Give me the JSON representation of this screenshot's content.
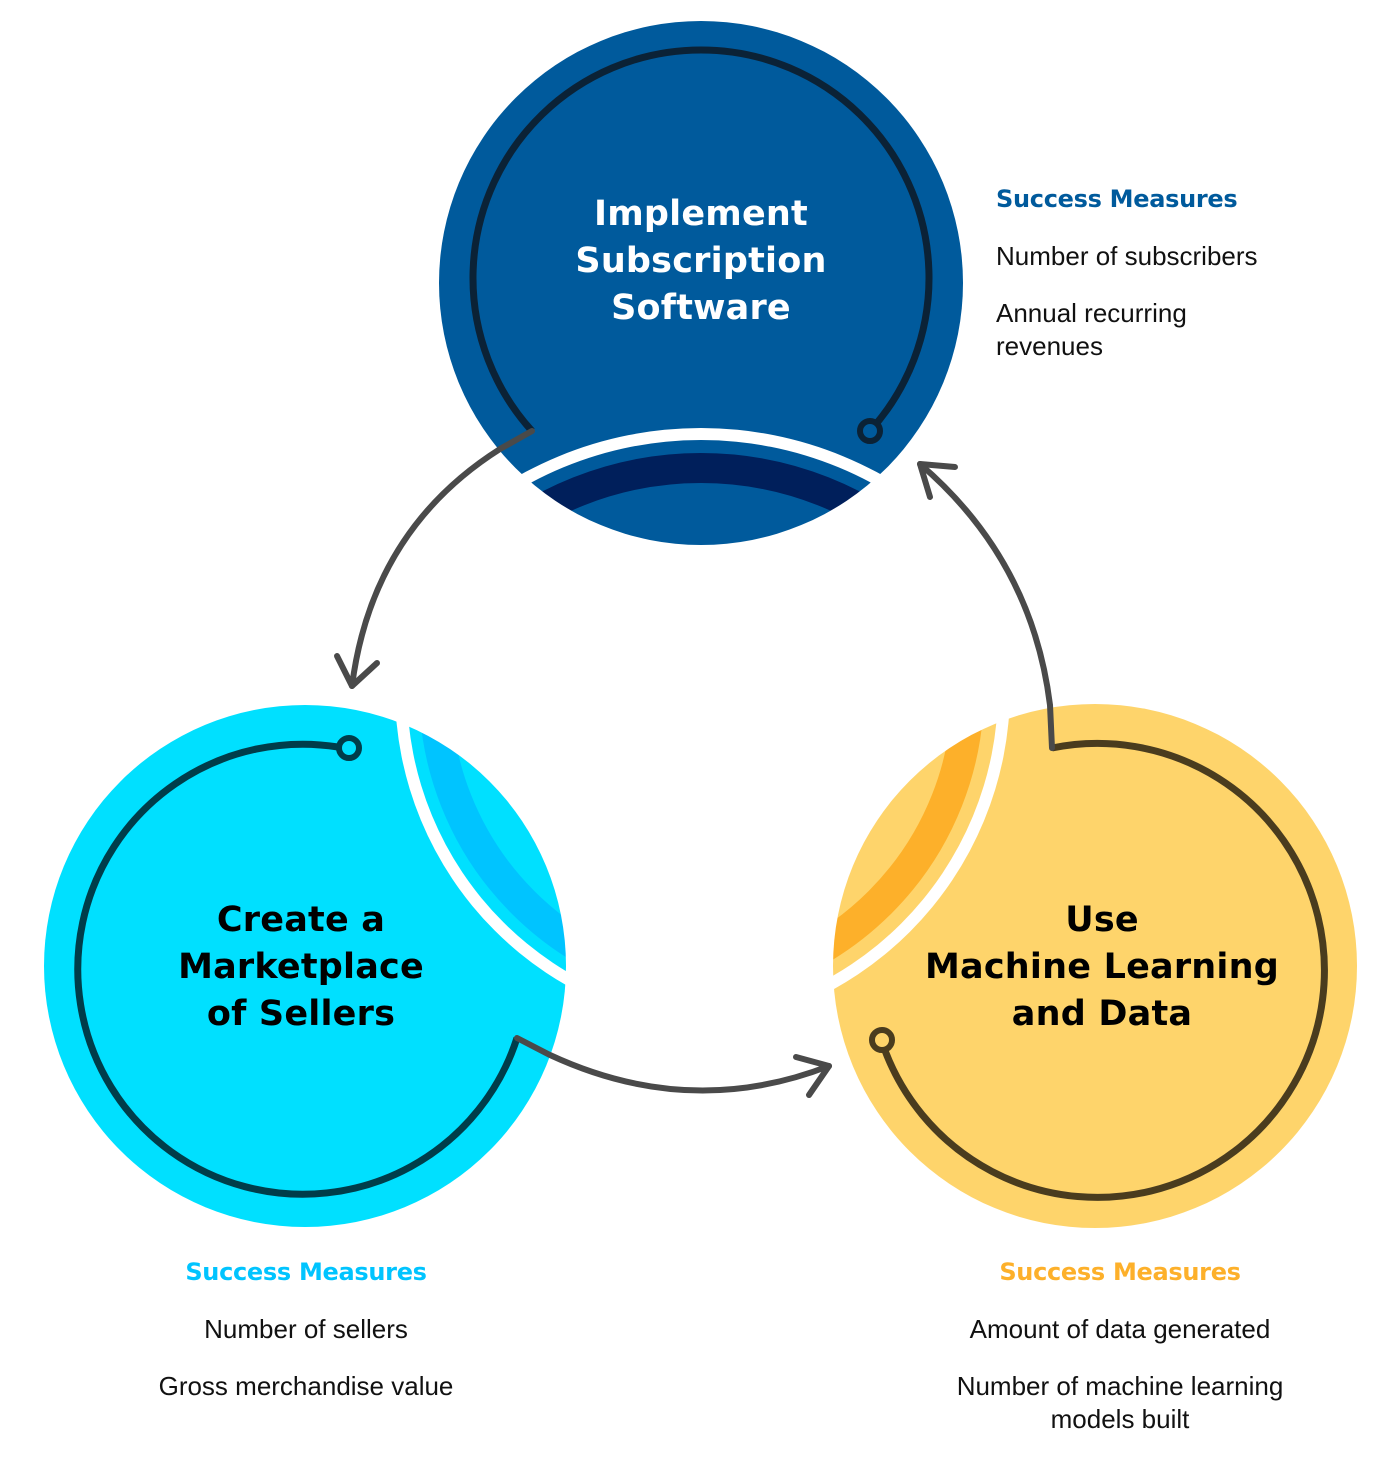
{
  "colors": {
    "blue": "#005A9C",
    "blue_band": "#001F5B",
    "blue_ring": "#0B2236",
    "cyan": "#00E0FF",
    "cyan_band": "#00C4FF",
    "cyan_ring": "#003D4A",
    "yellow": "#FED46B",
    "yellow_band": "#FDB02A",
    "yellow_ring": "#4A3C1E",
    "arrow": "#4A4A4A",
    "title_light": "#FFFFFF",
    "title_dark": "#000000"
  },
  "nodes": [
    {
      "id": "subscription",
      "title_lines": [
        "Implement",
        "Subscription",
        "Software"
      ],
      "measures_heading": "Success Measures",
      "measures": [
        "Number of subscribers",
        "Annual recurring revenues"
      ]
    },
    {
      "id": "marketplace",
      "title_lines": [
        "Create a",
        "Marketplace",
        "of Sellers"
      ],
      "measures_heading": "Success Measures",
      "measures": [
        "Number of sellers",
        "Gross merchandise value"
      ]
    },
    {
      "id": "machine-learning",
      "title_lines": [
        "Use",
        "Machine Learning",
        "and Data"
      ],
      "measures_heading": "Success Measures",
      "measures": [
        "Amount of data generated",
        "Number of machine learning models built"
      ]
    }
  ],
  "flow": [
    {
      "from": "subscription",
      "to": "marketplace"
    },
    {
      "from": "marketplace",
      "to": "machine-learning"
    },
    {
      "from": "machine-learning",
      "to": "subscription"
    }
  ]
}
